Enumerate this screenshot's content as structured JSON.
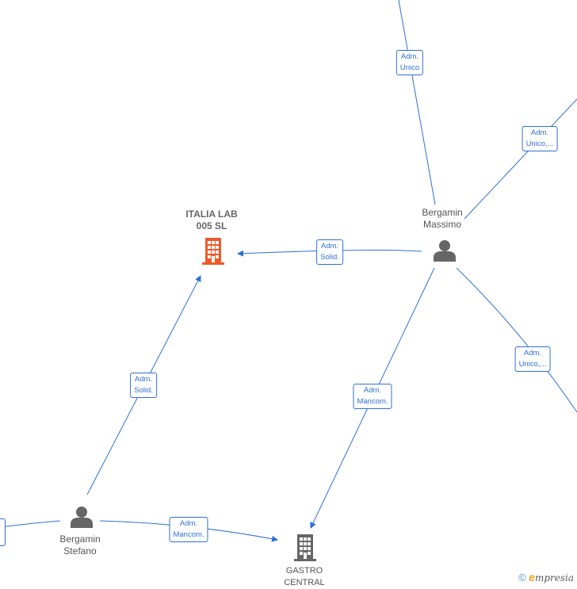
{
  "nodes": {
    "italia_lab": {
      "label_line1": "ITALIA LAB",
      "label_line2": "005  SL",
      "color": "#ef5a2a"
    },
    "gastro_central": {
      "label_line1": "GASTRO",
      "label_line2": "CENTRAL",
      "color": "#666666"
    },
    "bergamin_massimo": {
      "label_line1": "Bergamin",
      "label_line2": "Massimo",
      "color": "#666666"
    },
    "bergamin_stefano": {
      "label_line1": "Bergamin",
      "label_line2": "Stefano",
      "color": "#666666"
    }
  },
  "edge_labels": {
    "top": {
      "line1": "Adm.",
      "line2": "Unico"
    },
    "top_right": {
      "line1": "Adm.",
      "line2": "Unico,..."
    },
    "massimo_italia": {
      "line1": "Adm.",
      "line2": "Solid."
    },
    "right_lower": {
      "line1": "Adm.",
      "line2": "Unico,..."
    },
    "massimo_gastro": {
      "line1": "Adm.",
      "line2": "Mancom."
    },
    "stefano_italia": {
      "line1": "Adm.",
      "line2": "Solid."
    },
    "stefano_gastro": {
      "line1": "Adm.",
      "line2": "Mancom."
    }
  },
  "colors": {
    "edge": "#2f6fd6",
    "company_highlight": "#ef5a2a",
    "company_gray": "#666666",
    "person": "#666666"
  },
  "footer": {
    "copyright": "©",
    "brand_initial": "e",
    "brand_rest": "mpresia"
  }
}
